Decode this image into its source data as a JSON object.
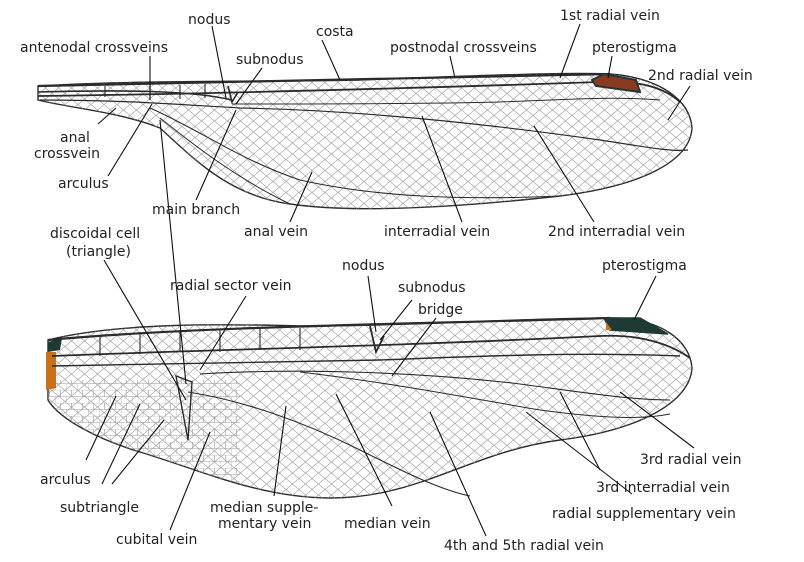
{
  "colors": {
    "background": "#ffffff",
    "vein": "#2b2b2b",
    "mesh": "#9a9a9a",
    "pterostigma_dark": "#1f3a34",
    "pterostigma_brown": "#8a3a20",
    "wing_base_orange": "#c8701a"
  },
  "forewing_labels": {
    "antenodal_crossveins": "antenodal crossveins",
    "nodus": "nodus",
    "subnodus": "subnodus",
    "costa": "costa",
    "postnodal_crossveins": "postnodal crossveins",
    "radial_vein_1": "1st radial vein",
    "pterostigma": "pterostigma",
    "radial_vein_2": "2nd radial vein",
    "anal_crossvein_1": "anal",
    "anal_crossvein_2": "crossvein",
    "arculus": "arculus",
    "main_branch": "main branch",
    "discoidal_cell_1": "discoidal cell",
    "discoidal_cell_2": "(triangle)",
    "anal_vein": "anal vein",
    "interradial_vein": "interradial vein",
    "interradial_vein_2": "2nd interradial vein"
  },
  "hindwing_labels": {
    "nodus": "nodus",
    "pterostigma": "pterostigma",
    "subnodus": "subnodus",
    "bridge": "bridge",
    "radial_sector_vein": "radial sector vein",
    "radial_vein_3": "3rd radial vein",
    "interradial_vein_3": "3rd interradial vein",
    "radial_supplementary_vein": "radial supplementary vein",
    "arculus": "arculus",
    "subtriangle": "subtriangle",
    "median_supplementary_1": "median supple-",
    "median_supplementary_2": "mentary vein",
    "median_vein": "median vein",
    "cubital_vein": "cubital vein",
    "radial_vein_4_5": "4th and 5th radial vein"
  }
}
